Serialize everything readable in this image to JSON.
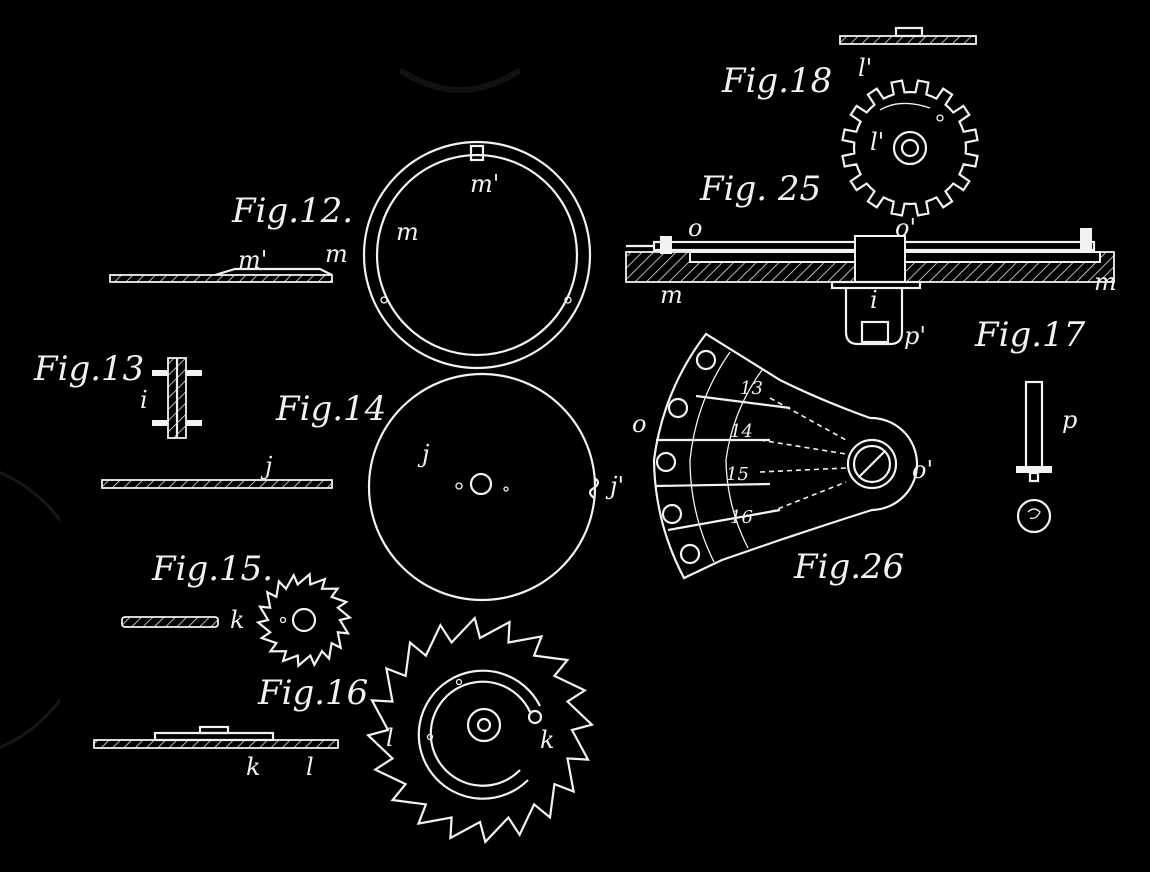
{
  "figures": {
    "fig12": {
      "title": "Fig.12.",
      "labels": [
        "m'",
        "m",
        "m'",
        "m"
      ]
    },
    "fig13": {
      "title": "Fig.13",
      "labels": [
        "i"
      ]
    },
    "fig14": {
      "title": "Fig.14",
      "labels": [
        "j",
        "j",
        "j'"
      ]
    },
    "fig15": {
      "title": "Fig.15.",
      "labels": [
        "k"
      ]
    },
    "fig16": {
      "title": "Fig.16",
      "labels": [
        "l",
        "k",
        "k",
        "l"
      ]
    },
    "fig17": {
      "title": "Fig.17",
      "labels": [
        "p"
      ]
    },
    "fig18": {
      "title": "Fig.18",
      "labels": [
        "l'",
        "l'"
      ]
    },
    "fig25": {
      "title": "Fig. 25",
      "labels": [
        "o",
        "o'",
        "m",
        "m",
        "i",
        "p'"
      ]
    },
    "fig26": {
      "title": "Fig.26",
      "labels": [
        "o",
        "o'"
      ],
      "scale_numbers": [
        "13",
        "14",
        "15",
        "16"
      ]
    }
  },
  "colors": {
    "background": "#000000",
    "ink": "#f2f2f2"
  }
}
